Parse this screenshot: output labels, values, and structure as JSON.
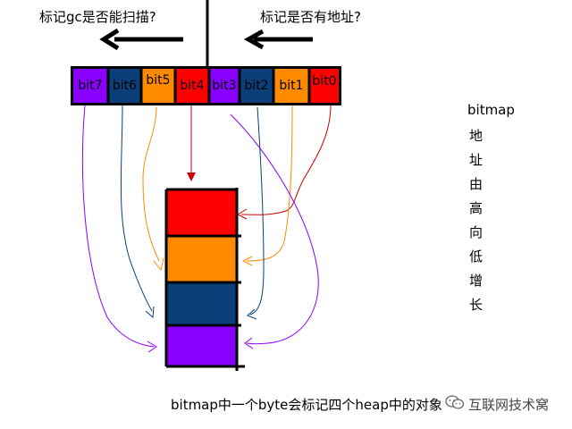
{
  "top_labels": {
    "left": "标记gc是否能扫描?",
    "right": "标记是否有地址?"
  },
  "bits": [
    {
      "label": "bit7",
      "color": "#8a00ff"
    },
    {
      "label": "bit6",
      "color": "#0a3f7a"
    },
    {
      "label": "bit5",
      "color": "#ff8a00"
    },
    {
      "label": "bit4",
      "color": "#ff0000"
    },
    {
      "label": "bit3",
      "color": "#8a00ff"
    },
    {
      "label": "bit2",
      "color": "#0a3f7a"
    },
    {
      "label": "bit1",
      "color": "#ff8a00"
    },
    {
      "label": "bit0",
      "color": "#ff0000"
    }
  ],
  "heap_objects": [
    {
      "color": "#ff0000"
    },
    {
      "color": "#ff8a00"
    },
    {
      "color": "#0a3f7a"
    },
    {
      "color": "#8a00ff"
    }
  ],
  "side_note": {
    "word": "bitmap",
    "chars": [
      "地",
      "址",
      "由",
      "高",
      "向",
      "低",
      "增",
      "长"
    ]
  },
  "caption": "bitmap中一个byte会标记四个heap中的对象",
  "watermark": "互联网技术窝"
}
